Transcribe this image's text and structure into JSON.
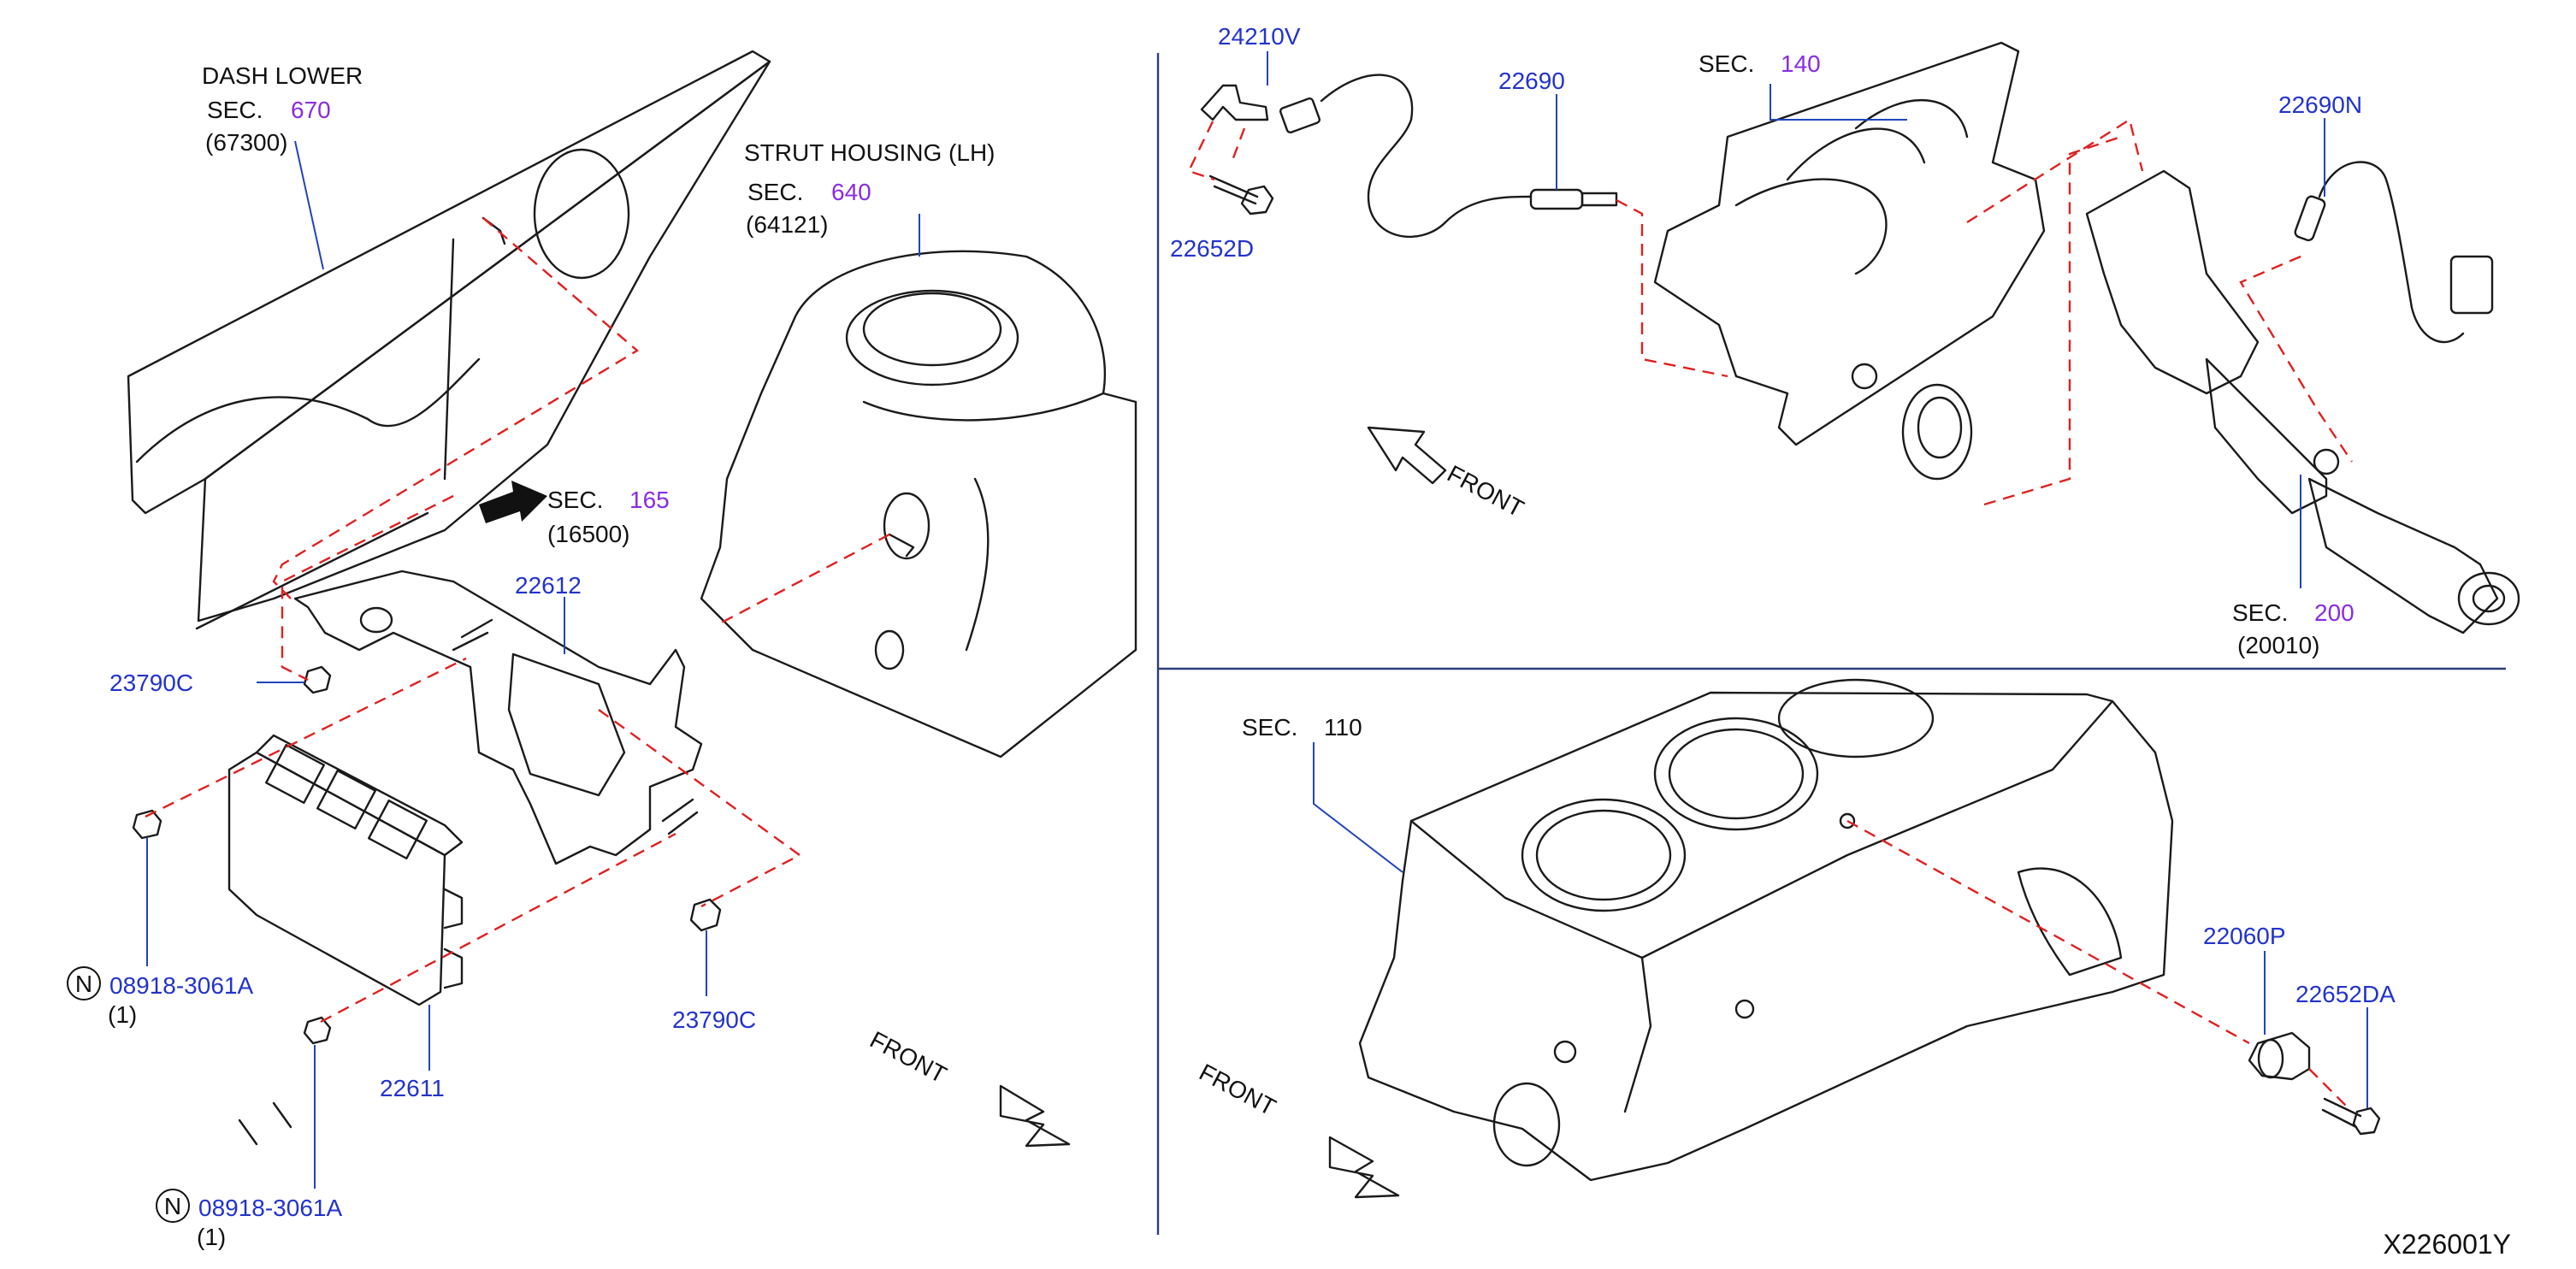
{
  "diagram_code": "X226001Y",
  "colors": {
    "part_number": "#2233cc",
    "section_number": "#8a2be2",
    "guide_line": "#e02020",
    "leader": "#2244bb"
  },
  "left_panel": {
    "dash_lower": {
      "name": "DASH   LOWER",
      "sec_prefix": "SEC.",
      "sec_num": "670",
      "code": "(67300)"
    },
    "strut_housing": {
      "name": "STRUT   HOUSING   (LH)",
      "sec_prefix": "SEC.",
      "sec_num": "640",
      "code": "(64121)"
    },
    "sec_165": {
      "sec_prefix": "SEC.",
      "sec_num": "165",
      "code": "(16500)"
    },
    "bracket": {
      "part": "22612"
    },
    "nut_left": {
      "part": "23790C"
    },
    "nut_right": {
      "part": "23790C"
    },
    "ecm": {
      "part": "22611"
    },
    "bolt_top": {
      "symbol": "N",
      "part": "08918-3061A",
      "qty": "(1)"
    },
    "bolt_bottom": {
      "symbol": "N",
      "part": "08918-3061A",
      "qty": "(1)"
    },
    "front": {
      "label": "FRONT"
    }
  },
  "top_right_panel": {
    "bracket": {
      "part": "24210V"
    },
    "bolt": {
      "part": "22652D"
    },
    "o2_sensor_front": {
      "part": "22690"
    },
    "manifold": {
      "sec_prefix": "SEC.",
      "sec_num": "140"
    },
    "o2_sensor_rear": {
      "part": "22690N"
    },
    "catalyst": {
      "sec_prefix": "SEC.",
      "sec_num": "200",
      "code": "(20010)"
    },
    "front": {
      "label": "FRONT"
    }
  },
  "bottom_right_panel": {
    "block": {
      "sec_prefix": "SEC.",
      "sec_num": "110"
    },
    "knock_sensor": {
      "part": "22060P"
    },
    "knock_bolt": {
      "part": "22652DA"
    },
    "front": {
      "label": "FRONT"
    }
  }
}
